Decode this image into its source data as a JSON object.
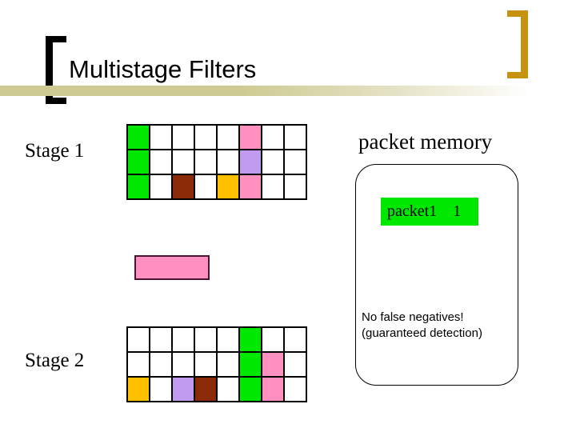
{
  "slide": {
    "title": "Multistage Filters",
    "background": "#FFFFFF",
    "title_band_color": "#CECB92"
  },
  "brackets": {
    "left": {
      "name": "left-bracket",
      "color": "#000000"
    },
    "right": {
      "name": "right-bracket",
      "color": "#C89211"
    }
  },
  "labels": {
    "stage1": "Stage 1",
    "stage2": "Stage 2"
  },
  "palette": {
    "green": "#00E800",
    "pink": "#FF90C0",
    "purple": "#C09BF0",
    "gold": "#FFC000",
    "brown": "#8A2A06",
    "white": "#FFFFFF",
    "border": "#000000",
    "counter_border": "#4B1434"
  },
  "stage1_grid": {
    "columns": 8,
    "rows": 3,
    "cells": [
      [
        "green",
        "white",
        "white",
        "white",
        "white",
        "pink",
        "white",
        "white"
      ],
      [
        "green",
        "white",
        "white",
        "white",
        "white",
        "purple",
        "white",
        "white"
      ],
      [
        "green",
        "white",
        "brown",
        "white",
        "gold",
        "pink",
        "white",
        "white"
      ]
    ]
  },
  "stage2_grid": {
    "columns": 8,
    "rows": 3,
    "cells": [
      [
        "white",
        "white",
        "white",
        "white",
        "white",
        "green",
        "white",
        "white"
      ],
      [
        "white",
        "white",
        "white",
        "white",
        "white",
        "green",
        "pink",
        "white"
      ],
      [
        "gold",
        "white",
        "purple",
        "brown",
        "white",
        "green",
        "pink",
        "white"
      ]
    ]
  },
  "counter_bar": {
    "fill": "#FF90C0",
    "border": "#4B1434"
  },
  "packet_memory": {
    "title": "packet memory",
    "entry_label": "packet1    1",
    "entry_fill": "#00E800",
    "note_line1": "No false negatives!",
    "note_line2": "(guaranteed detection)"
  }
}
